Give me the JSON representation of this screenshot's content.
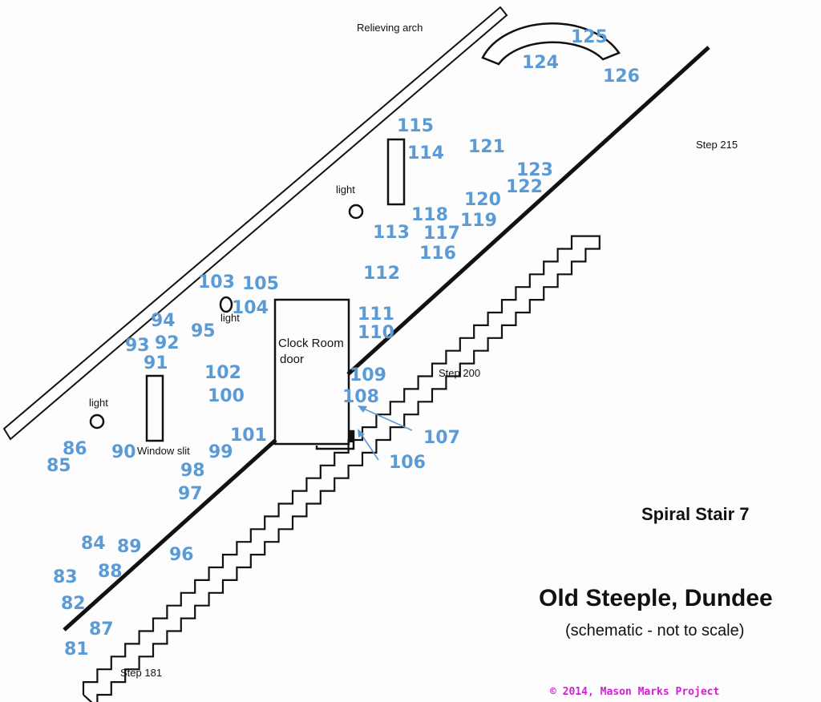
{
  "title": "Old Steeple, Dundee",
  "subtitle": "Spiral Stair 7",
  "note": "(schematic -  not to scale)",
  "copyright": "© 2014, Mason Marks Project",
  "labels": {
    "relieving_arch": "Relieving arch",
    "clock_room_door_1": "Clock Room",
    "clock_room_door_2": "door",
    "window_slit": "Window slit",
    "light": "light",
    "step_181": "Step 181",
    "step_200": "Step 200",
    "step_215": "Step 215"
  },
  "mason_marks": [
    "81",
    "82",
    "83",
    "84",
    "85",
    "86",
    "87",
    "88",
    "89",
    "90",
    "91",
    "92",
    "93",
    "94",
    "95",
    "96",
    "97",
    "98",
    "99",
    "100",
    "101",
    "102",
    "103",
    "104",
    "105",
    "106",
    "107",
    "108",
    "109",
    "110",
    "111",
    "112",
    "113",
    "114",
    "115",
    "116",
    "117",
    "118",
    "119",
    "120",
    "121",
    "122",
    "123",
    "124",
    "125",
    "126"
  ],
  "colors": {
    "mark_numbers": "#5b9bd5",
    "copyright": "#d21fd2",
    "lines": "#111111"
  }
}
